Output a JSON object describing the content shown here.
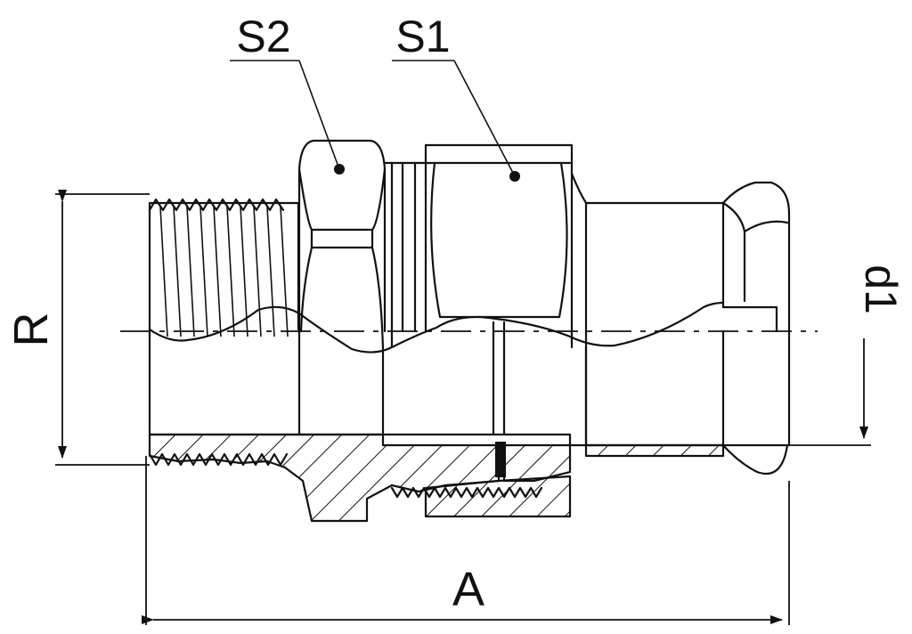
{
  "labels": {
    "s2": "S2",
    "s1": "S1",
    "r": "R",
    "d1": "d1",
    "a": "A"
  }
}
